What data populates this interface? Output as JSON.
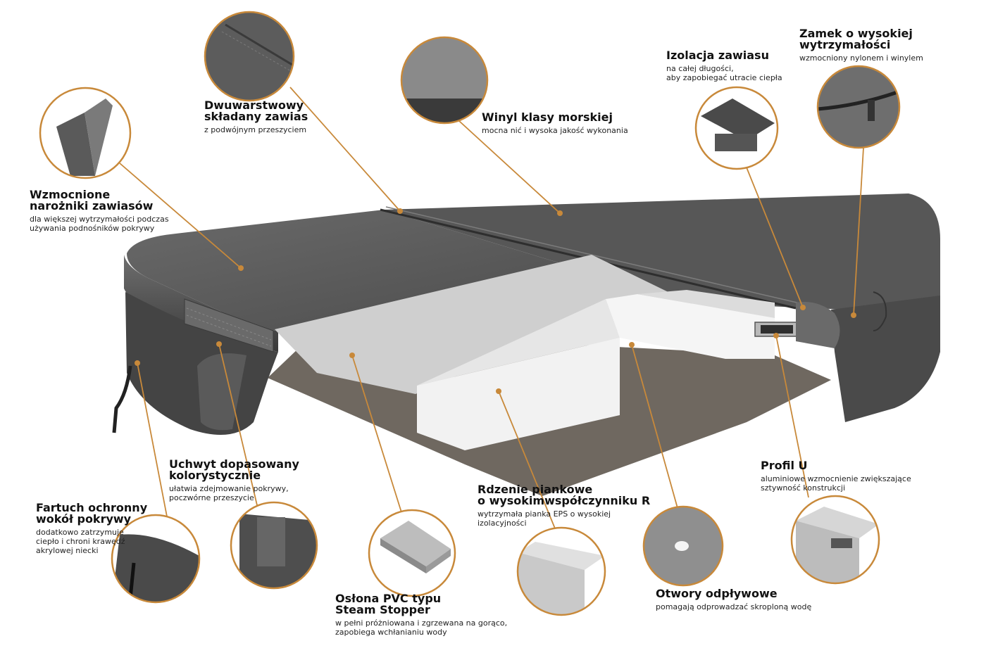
{
  "colors": {
    "accent": "#c8893a",
    "vinyl": "#5a5a5a",
    "vinyl_dark": "#3b3b3b",
    "foam": "#f1f1f1",
    "pvc": "#cfcfcf",
    "base": "#7b7268"
  },
  "callouts": [
    {
      "id": "hinge",
      "title_lines": [
        "Dwuwarstwowy",
        "składany zawias"
      ],
      "desc_lines": [
        "z podwójnym przeszyciem"
      ]
    },
    {
      "id": "vinyl",
      "title_lines": [
        "Winyl klasy morskiej"
      ],
      "desc_lines": [
        "mocna nić i wysoka jakość wykonania"
      ]
    },
    {
      "id": "hinge-insulation",
      "title_lines": [
        "Izolacja zawiasu"
      ],
      "desc_lines": [
        "na całej długości,",
        "aby zapobiegać utracie ciepła"
      ]
    },
    {
      "id": "zipper",
      "title_lines": [
        "Zamek o wysokiej",
        "wytrzymałości"
      ],
      "desc_lines": [
        "wzmocniony nylonem i winylem"
      ]
    },
    {
      "id": "corners",
      "title_lines": [
        "Wzmocnione",
        "narożniki zawiasów"
      ],
      "desc_lines": [
        "dla większej wytrzymałości podczas",
        "używania podnośników pokrywy"
      ]
    },
    {
      "id": "handle",
      "title_lines": [
        "Uchwyt dopasowany",
        "kolorystycznie"
      ],
      "desc_lines": [
        "ułatwia zdejmowanie pokrywy,",
        "poczwórne przeszycie"
      ]
    },
    {
      "id": "skirt",
      "title_lines": [
        "Fartuch ochronny",
        "wokół pokrywy"
      ],
      "desc_lines": [
        "dodatkowo zatrzymuje",
        "ciepło i chroni krawędź",
        "akrylowej niecki"
      ]
    },
    {
      "id": "foam",
      "title_lines": [
        "Rdzenie piankowe",
        "o wysokimwspółczynniku R"
      ],
      "desc_lines": [
        "wytrzymała pianka EPS o wysokiej",
        "izolacyjności"
      ]
    },
    {
      "id": "pvc",
      "title_lines": [
        "Osłona PVC typu",
        "Steam Stopper"
      ],
      "desc_lines": [
        "w pełni próżniowana i zgrzewana na gorąco,",
        "zapobiega wchłanianiu wody"
      ]
    },
    {
      "id": "drain",
      "title_lines": [
        "Otwory odpływowe"
      ],
      "desc_lines": [
        "pomagają odprowadzać skroploną wodę"
      ]
    },
    {
      "id": "profile-u",
      "title_lines": [
        "Profil U"
      ],
      "desc_lines": [
        "aluminiowe wzmocnienie zwiększające",
        "sztywność konstrukcji"
      ]
    }
  ]
}
